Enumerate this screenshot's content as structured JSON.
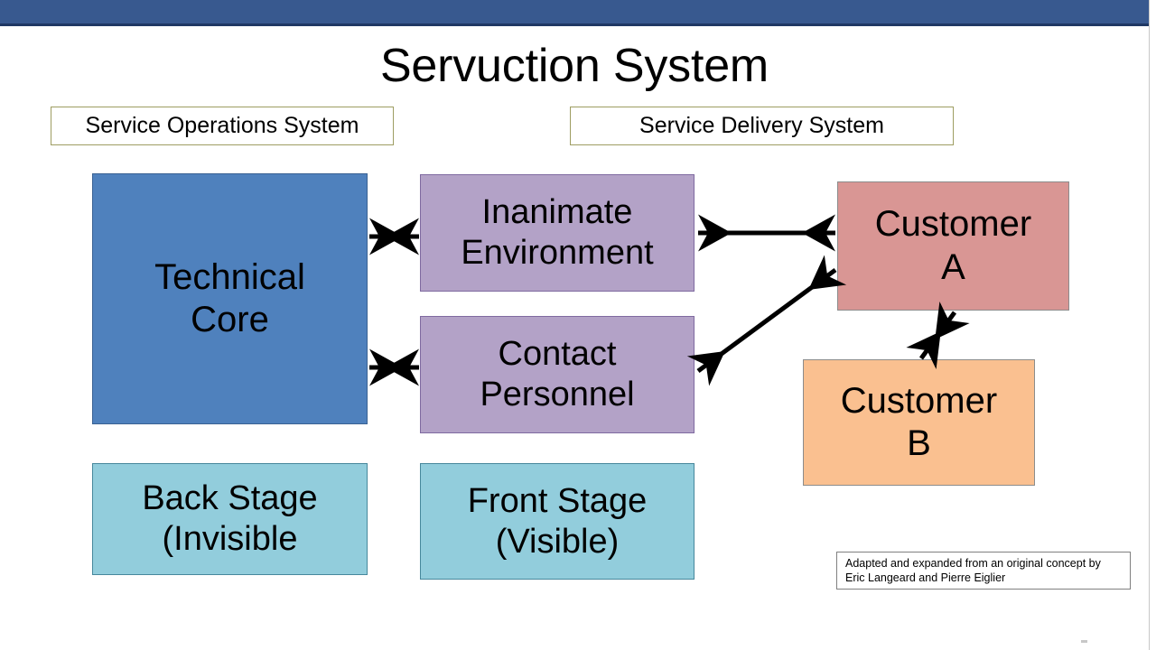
{
  "slide": {
    "title": "Servuction System",
    "background_color": "#ffffff",
    "top_bar_color": "#38598f"
  },
  "headers": {
    "operations_label": "Service Operations System",
    "delivery_label": "Service Delivery System"
  },
  "nodes": {
    "technical_core": {
      "label": "Technical\nCore",
      "color": "#4f81bd"
    },
    "inanimate_environment": {
      "label": "Inanimate\nEnvironment",
      "color": "#b3a2c7"
    },
    "contact_personnel": {
      "label": "Contact\nPersonnel",
      "color": "#b3a2c7"
    },
    "customer_a": {
      "label": "Customer\nA",
      "color": "#d99694"
    },
    "customer_b": {
      "label": "Customer\nB",
      "color": "#fac090"
    },
    "back_stage": {
      "label": "Back Stage\n(Invisible",
      "color": "#92cddc"
    },
    "front_stage": {
      "label": "Front Stage\n(Visible)",
      "color": "#92cddc"
    }
  },
  "connections": [
    {
      "name": "core-to-inanimate",
      "from": "technical_core",
      "to": "inanimate_environment",
      "style": "double-arrow"
    },
    {
      "name": "core-to-contact",
      "from": "technical_core",
      "to": "contact_personnel",
      "style": "double-arrow"
    },
    {
      "name": "inanimate-to-customer-a",
      "from": "inanimate_environment",
      "to": "customer_a",
      "style": "double-arrow"
    },
    {
      "name": "contact-to-customer-a",
      "from": "contact_personnel",
      "to": "customer_a",
      "style": "double-arrow"
    },
    {
      "name": "customer-a-to-customer-b",
      "from": "customer_a",
      "to": "customer_b",
      "style": "double-arrow"
    }
  ],
  "attribution": {
    "line1": "Adapted and expanded from an original concept by",
    "line2": "Eric Langeard and Pierre Eiglier"
  }
}
